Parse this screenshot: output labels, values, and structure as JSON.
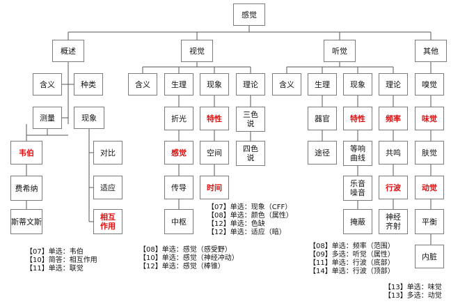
{
  "root": "感觉",
  "level1": {
    "overview": "概述",
    "vision": "视觉",
    "hearing": "听觉",
    "other": "其他"
  },
  "overview": {
    "meaning": "含义",
    "types": "种类",
    "measure": "测量",
    "phenomenon": "现象",
    "weber": "韦伯",
    "fechner": "费希纳",
    "stevens": "斯蒂文斯",
    "contrast": "对比",
    "adaptation": "适应",
    "interaction": "相互作用"
  },
  "vision": {
    "meaning": "含义",
    "physiology": "生理",
    "phenomenon": "现象",
    "theory": "理论",
    "refraction": "折光",
    "sensation": "感觉",
    "transmission": "传导",
    "center": "中枢",
    "feature": "特性",
    "space": "空间",
    "time": "时间",
    "trichromatic": "三色说",
    "tetrachromatic": "四色说"
  },
  "hearing": {
    "meaning": "含义",
    "physiology": "生理",
    "phenomenon": "现象",
    "theory": "理论",
    "organ": "器官",
    "pathway": "途径",
    "feature": "特性",
    "equal_loudness": "等响曲线",
    "music_noise": "乐音噪音",
    "masking": "掩蔽",
    "frequency": "频率",
    "resonance": "共鸣",
    "traveling_wave": "行波",
    "neural_firing": "神经齐射"
  },
  "other": {
    "smell": "嗅觉",
    "taste": "味觉",
    "skin": "肤觉",
    "motion": "动觉",
    "balance": "平衡",
    "visceral": "内脏"
  },
  "notes": {
    "overview": [
      "【07】单选：韦伯",
      "【10】简答：相互作用",
      "【11】单选：联觉"
    ],
    "vision_phenomenon": [
      "【07】单选：现象（CFF）",
      "【08】单选：颜色（属性）",
      "【12】单选：色缺",
      "【12】单选：适应（暗）"
    ],
    "vision_general": [
      "【08】单选：感觉（感受野）",
      "【10】单选：感觉（神经冲动）",
      "【12】单选：感觉（棒锥）"
    ],
    "hearing": [
      "【08】单选：频率（范围）",
      "【09】多选：听觉（属性）",
      "【11】单选：行波（底部）",
      "【14】单选：行波（顶部）"
    ],
    "other": [
      "【13】单选：味觉",
      "【13】多选：动觉"
    ]
  },
  "colors": {
    "highlight": "#e01010",
    "border": "#7a7a7a",
    "line": "#555555"
  }
}
